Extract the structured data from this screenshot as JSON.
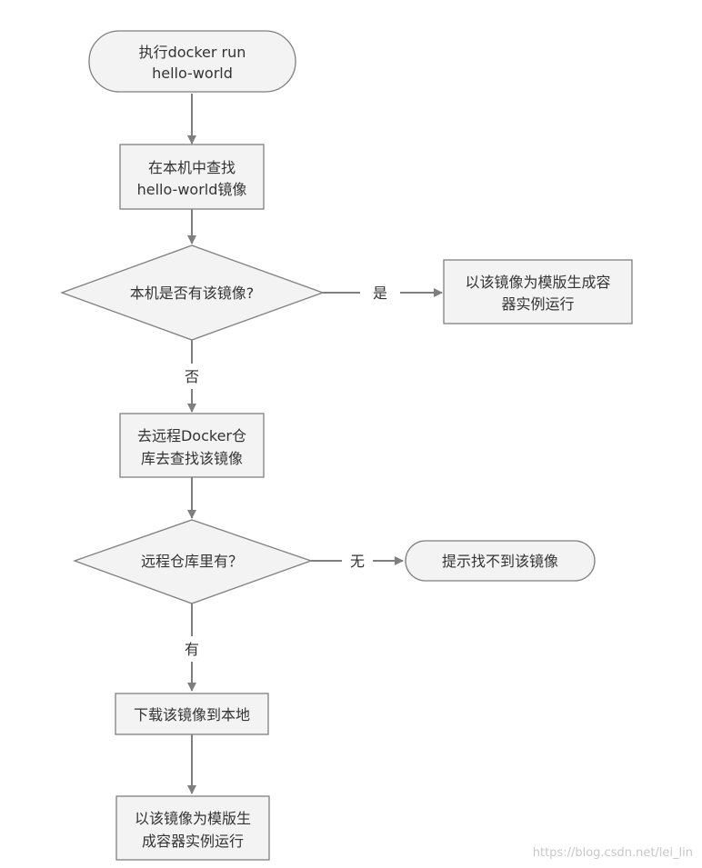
{
  "colors": {
    "node_fill": "#f3f3f3",
    "node_stroke": "#7f7f7f",
    "edge": "#7f7f7f",
    "text": "#333333",
    "watermark": "#c8c8c8"
  },
  "nodes": {
    "start": {
      "line1": "执行docker run",
      "line2": "hello-world"
    },
    "local_search": {
      "line1": "在本机中查找",
      "line2": "hello-world镜像"
    },
    "decision_local": {
      "text": "本机是否有该镜像?"
    },
    "run_local": {
      "line1": "以该镜像为模版生成容",
      "line2": "器实例运行"
    },
    "remote_search": {
      "line1": "去远程Docker仓",
      "line2": "库去查找该镜像"
    },
    "decision_remote": {
      "text": "远程仓库里有？"
    },
    "not_found": {
      "text": "提示找不到该镜像"
    },
    "download": {
      "text": "下载该镜像到本地"
    },
    "run_final": {
      "line1": "以该镜像为模版生",
      "line2": "成容器实例运行"
    }
  },
  "edges": {
    "local_yes": "是",
    "local_no": "否",
    "remote_no": "无",
    "remote_yes": "有"
  },
  "watermark": "https://blog.csdn.net/lei_lin"
}
